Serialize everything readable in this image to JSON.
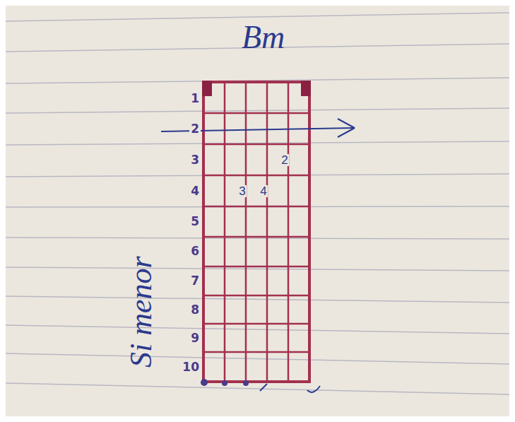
{
  "diagram": {
    "title": "Bm",
    "labels": [
      "Si menor",
      "1",
      "2",
      "3",
      "4",
      "5",
      "6",
      "7",
      "8",
      "9",
      "10",
      "2",
      "3",
      "4"
    ]
  }
}
